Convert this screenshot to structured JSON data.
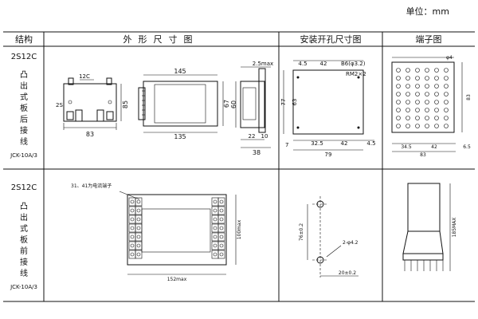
{
  "unit_label": "单位：mm",
  "headers": {
    "structure": "结构",
    "outline": "外形尺寸图",
    "mounting": "安装开孔尺寸图",
    "terminal": "端子图"
  },
  "rows": [
    {
      "model": "2S12C",
      "chars": [
        "凸",
        "出",
        "式",
        "板",
        "后",
        "接",
        "线"
      ],
      "code": "JCK-10A/3"
    },
    {
      "model": "2S12C",
      "chars": [
        "凸",
        "出",
        "式",
        "板",
        "前",
        "接",
        "线"
      ],
      "code": "JCK-10A/3"
    }
  ],
  "row1": {
    "front": {
      "top_label": "12C",
      "side_label": "2S",
      "width": "83",
      "height": "85"
    },
    "side": {
      "top": "145",
      "bottom": "135",
      "height": "67"
    },
    "end": {
      "top": "2.5max",
      "height": "60",
      "b1": "22",
      "b2": "10",
      "b3": "38"
    },
    "cutout": {
      "a": "4.5",
      "b": "42",
      "holes": "B6(φ3.2)",
      "rm": "RM2×2",
      "h1": "77",
      "h2": "63",
      "d1": "32.5",
      "d2": "42",
      "d3": "4.5",
      "w": "79",
      "left": "7"
    },
    "terminal": {
      "top": "φ4",
      "h": "83",
      "w1": "34.5",
      "w2": "42",
      "w3": "6.5",
      "w": "83"
    }
  },
  "row2": {
    "front": {
      "note": "31、41为电流端子",
      "width": "152max",
      "height": "100max"
    },
    "cutout": {
      "v": "76±0.2",
      "hole": "2-φ4.2",
      "h": "20±0.2"
    },
    "terminal": {
      "h": "185MAX"
    }
  }
}
